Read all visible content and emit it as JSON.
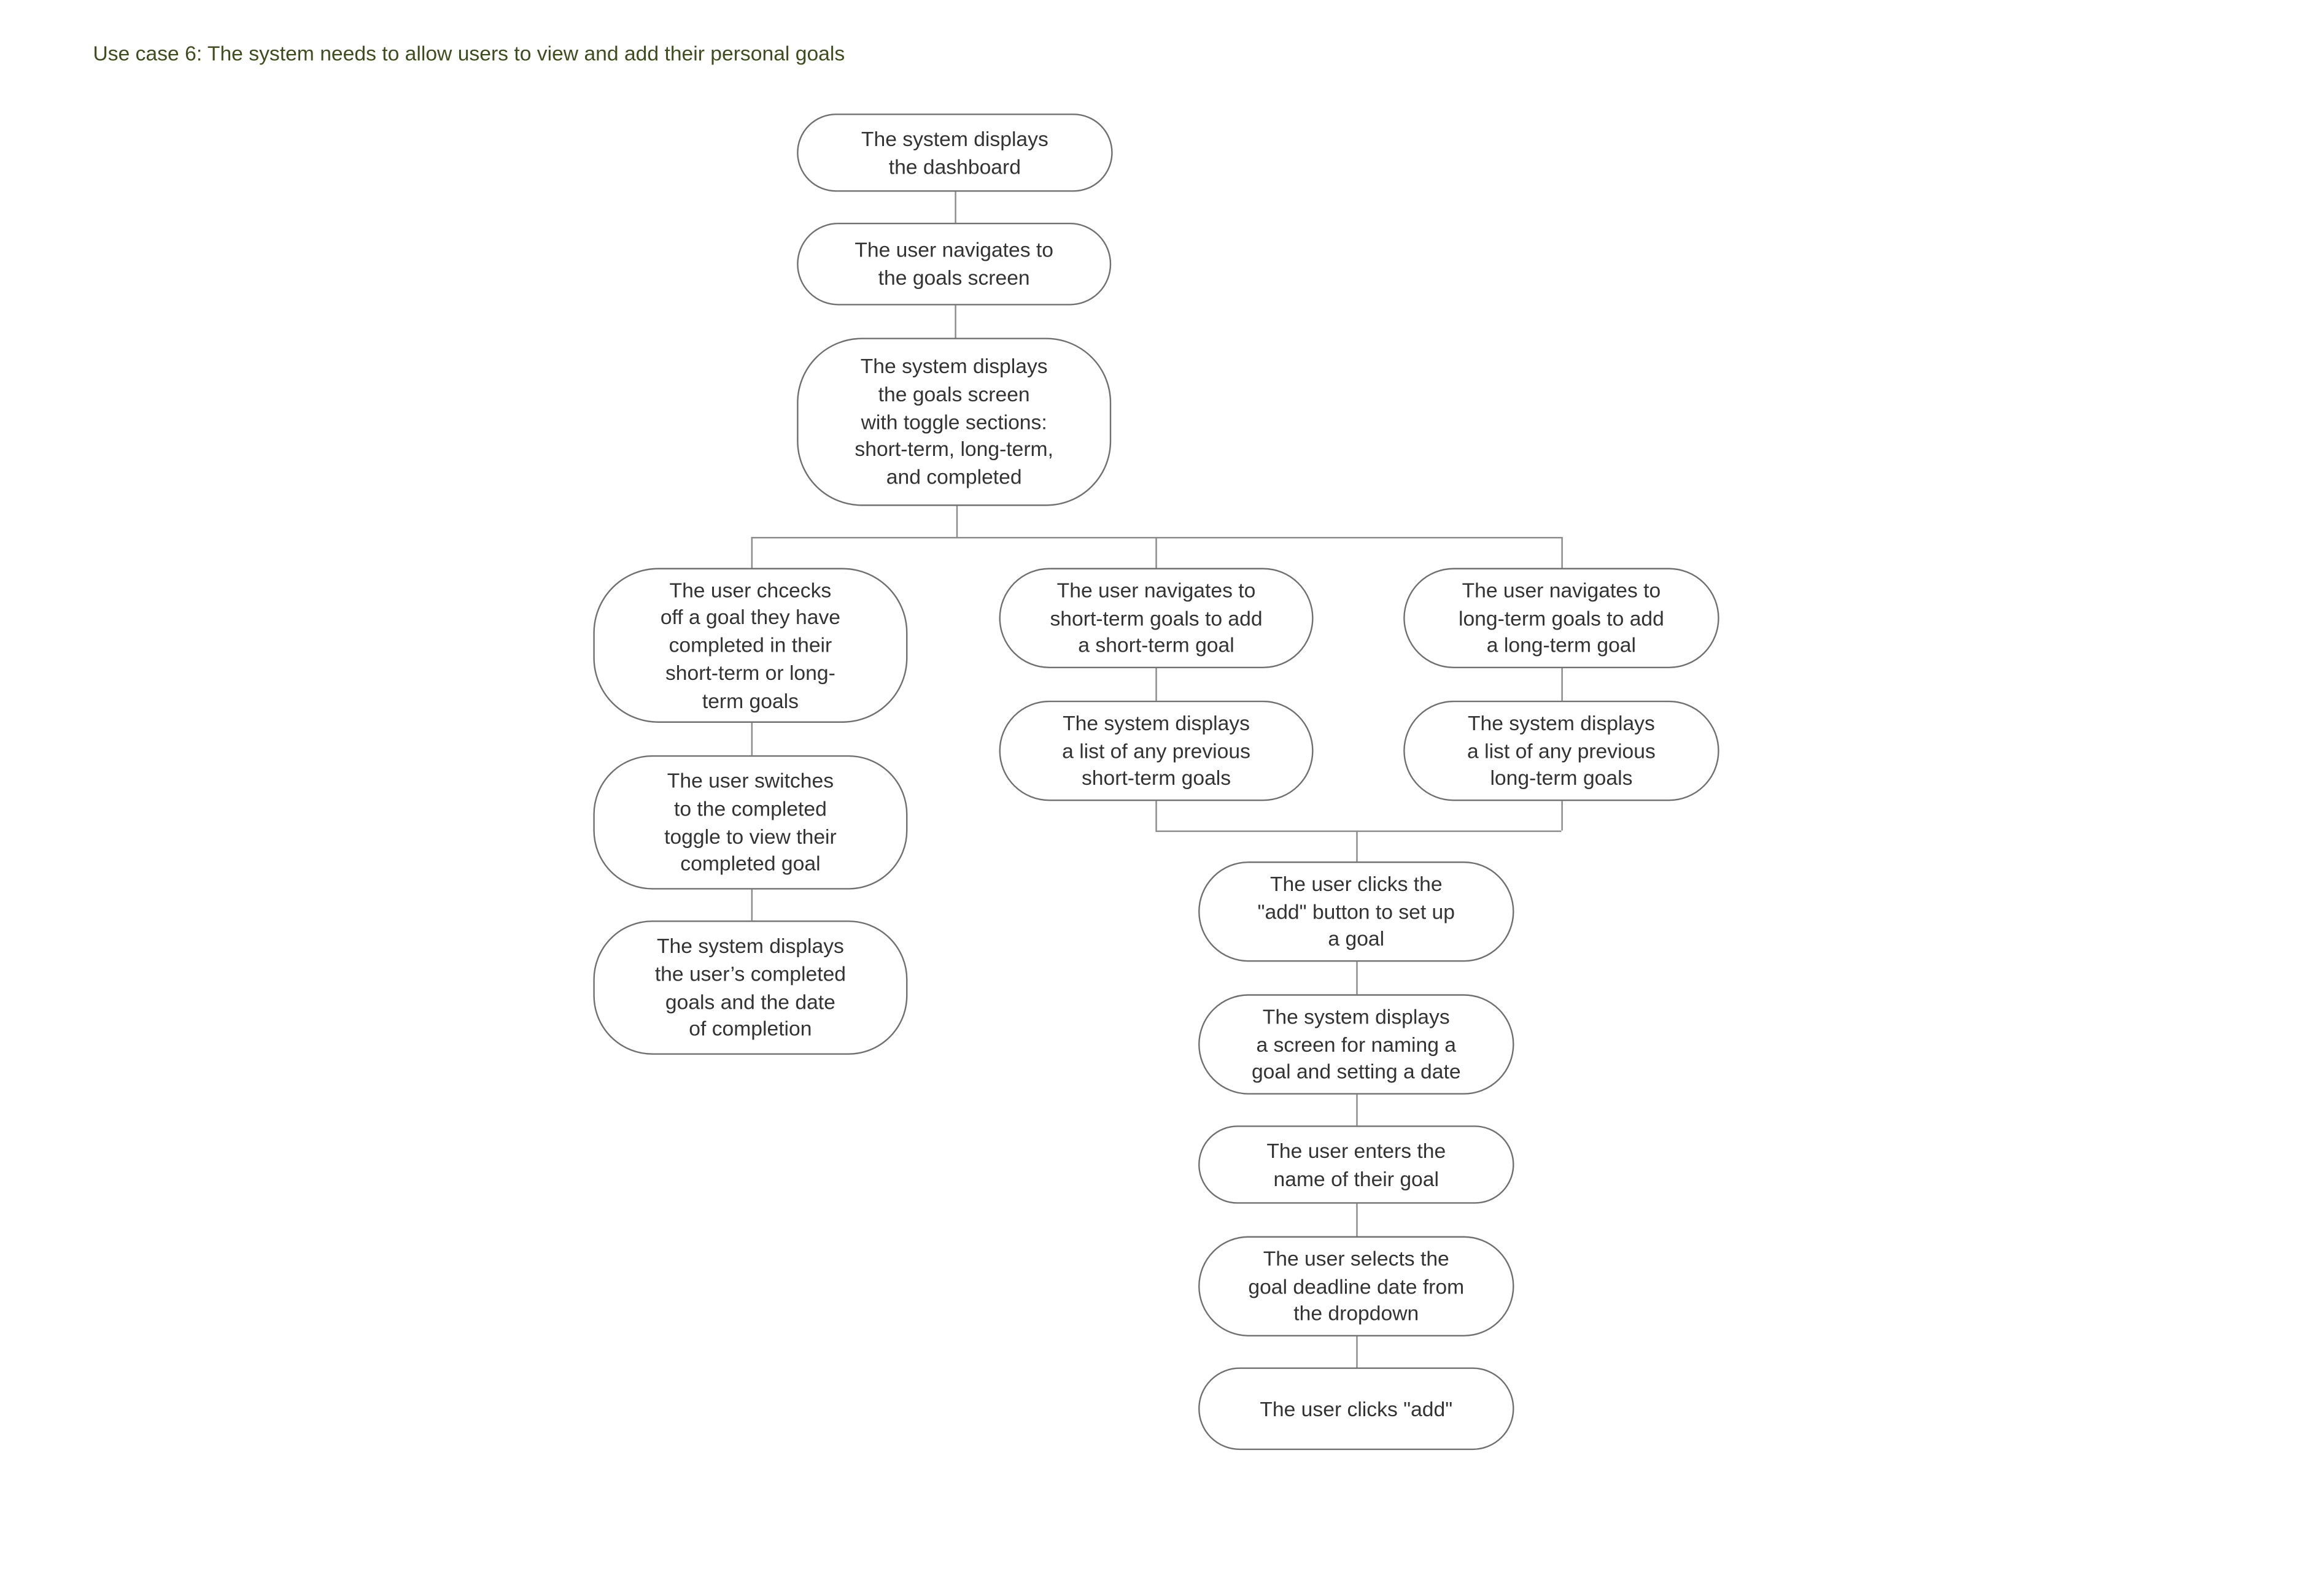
{
  "title": "Use case 6:  The system needs to allow users to view and add their personal goals",
  "nodes": [
    "The system displays\nthe dashboard",
    "The user navigates to\nthe goals screen",
    "The system displays\nthe goals screen\nwith toggle sections:\nshort-term, long-term,\nand completed",
    "The user chcecks\noff a goal they have\ncompleted in their\nshort-term or long-\nterm goals",
    "The user navigates to\nshort-term goals to add\na short-term goal",
    "The user navigates to\nlong-term goals to add\na long-term goal",
    "The user switches\nto the completed\ntoggle to view their\ncompleted goal",
    "The system displays\na list of any previous\nshort-term goals",
    "The system displays\na list of any previous\nlong-term goals",
    "The system displays\nthe user’s completed\ngoals and the date\nof completion",
    "The user clicks the\n\"add\" button to set up\na goal",
    "The system displays\na screen for naming a\ngoal and setting a date",
    "The user enters the\nname of their goal",
    "The user selects the\ngoal deadline date from\nthe dropdown",
    "The user clicks \"add\""
  ]
}
